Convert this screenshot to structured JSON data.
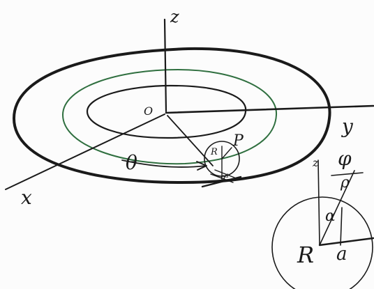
{
  "diagram": {
    "labels": {
      "axis_z": "z",
      "axis_y": "y",
      "axis_x": "x",
      "origin": "O",
      "theta": "θ",
      "point_p": "P",
      "radius_r_small": "R",
      "phi": "φ",
      "rho": "ρ",
      "alpha_small": "α",
      "alpha_detail": "α",
      "radius_R_detail": "R",
      "a_detail": "a",
      "a_small": "a",
      "z_detail": "z"
    },
    "colors": {
      "ink": "#1a1a1a",
      "green": "#2f6f3f",
      "paper": "#fcfcfc"
    }
  }
}
